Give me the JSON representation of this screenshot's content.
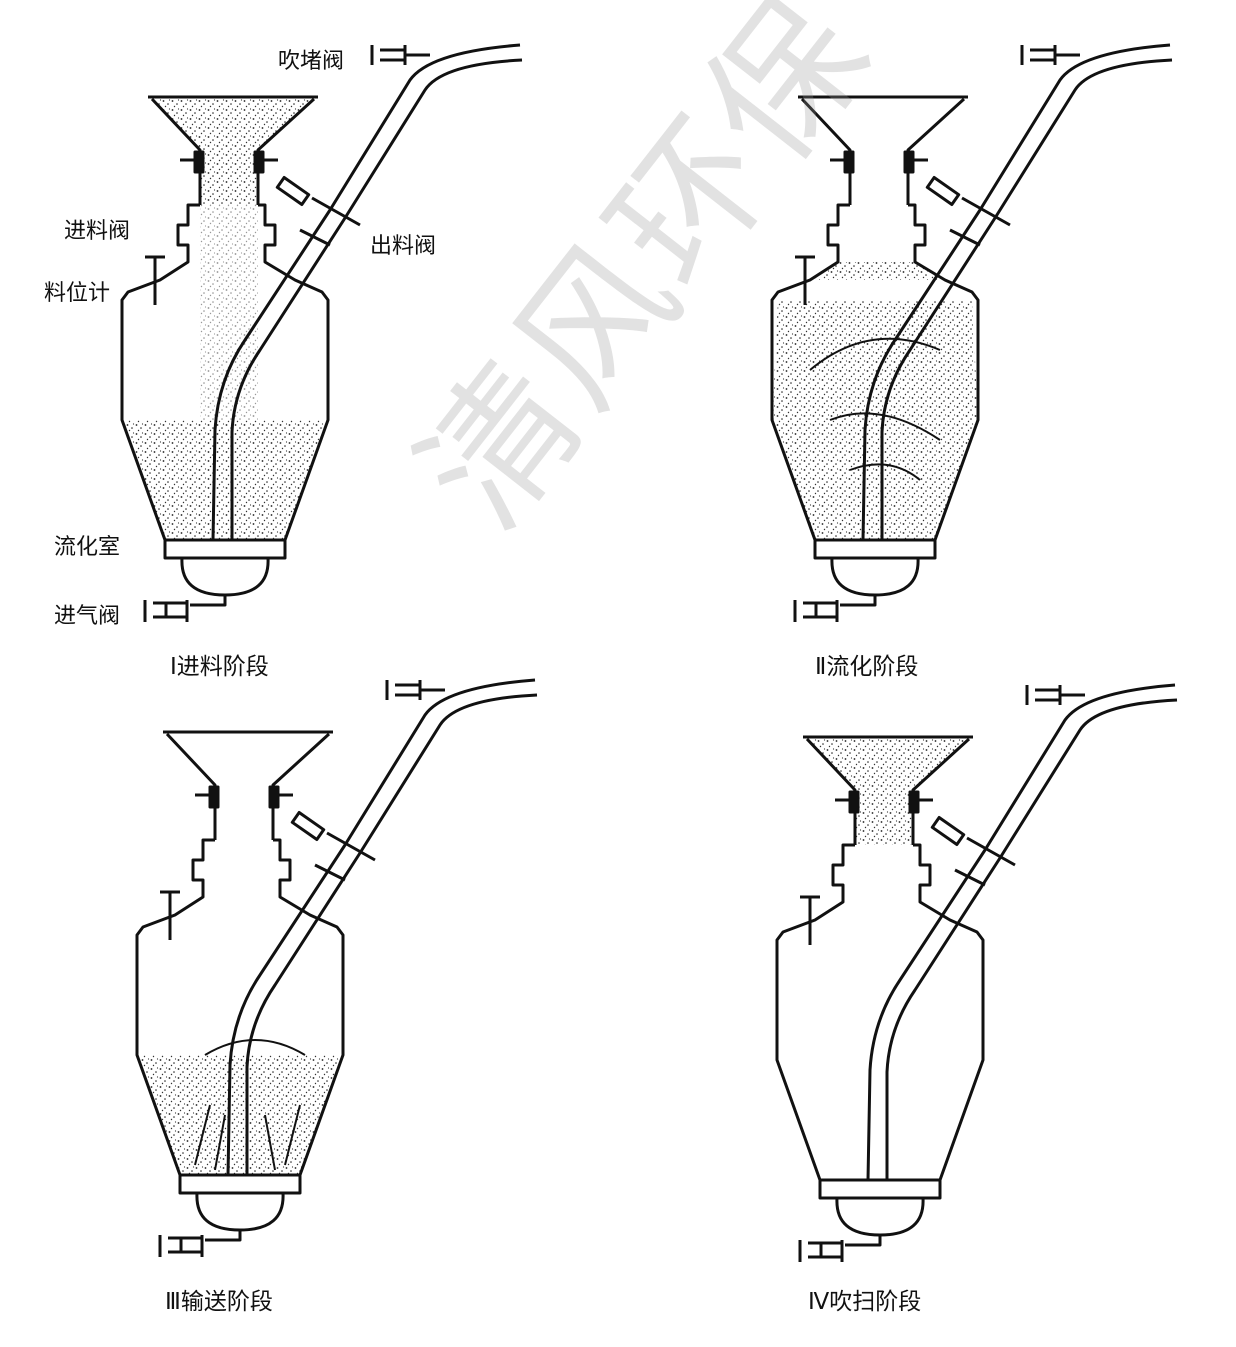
{
  "labels": {
    "purge_valve": "吹堵阀",
    "feed_valve": "进料阀",
    "discharge_valve": "出料阀",
    "level_gauge": "料位计",
    "fluidization_chamber": "流化室",
    "air_inlet_valve": "进气阀"
  },
  "stages": [
    {
      "label": "Ⅰ进料阶段"
    },
    {
      "label": "Ⅱ流化阶段"
    },
    {
      "label": "Ⅲ输送阶段"
    },
    {
      "label": "Ⅳ吹扫阶段"
    }
  ],
  "watermark": "清风环保"
}
